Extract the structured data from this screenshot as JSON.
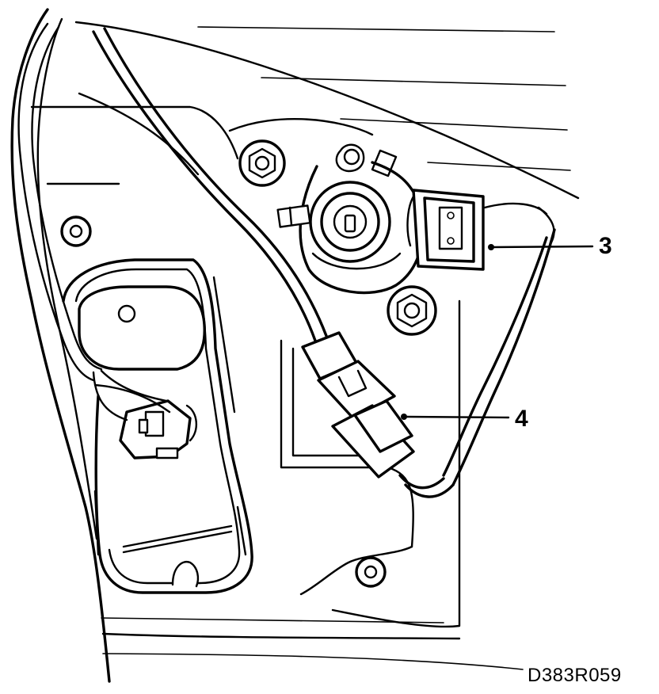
{
  "callouts": [
    {
      "id": "3",
      "label": "3"
    },
    {
      "id": "4",
      "label": "4"
    }
  ],
  "figure_code": "D383R059"
}
